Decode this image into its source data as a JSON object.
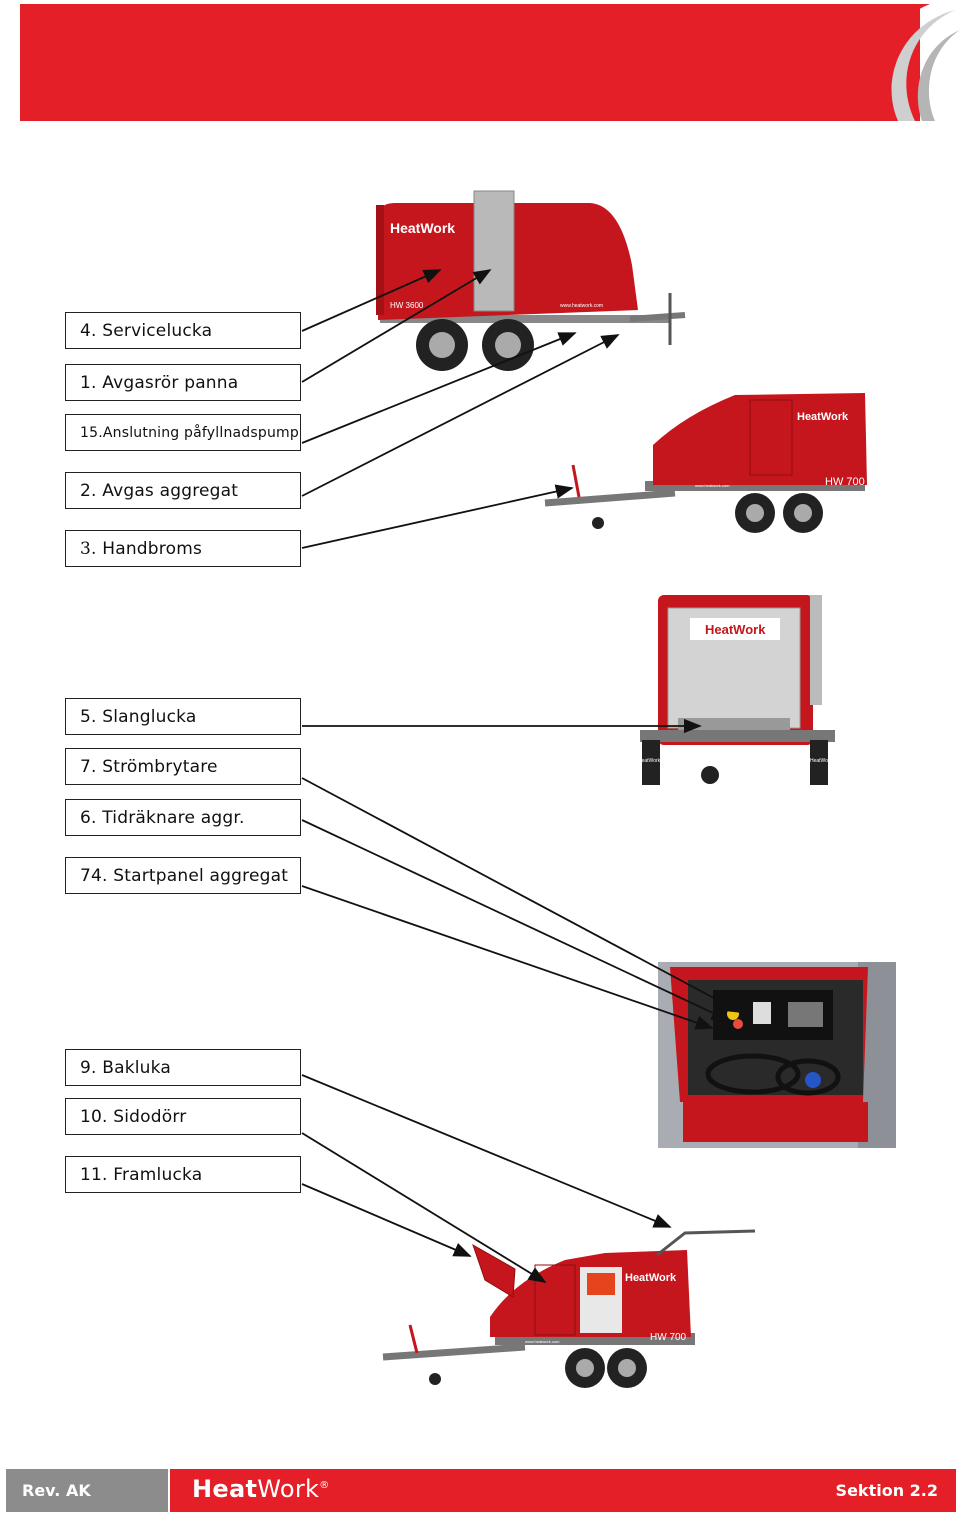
{
  "labels": [
    {
      "number": "4.",
      "text": "Servicelucka"
    },
    {
      "number": "1.",
      "text": "Avgasrör panna"
    },
    {
      "number": "15.",
      "text": "Anslutning påfyllnadspump"
    },
    {
      "number": "2.",
      "text": "Avgas aggregat"
    },
    {
      "number": "3.",
      "text": "Handbroms"
    },
    {
      "number": "5.",
      "text": "Slanglucka"
    },
    {
      "number": "7.",
      "text": "Strömbrytare"
    },
    {
      "number": "6.",
      "text": "Tidräknare aggr."
    },
    {
      "number": "74.",
      "text": "Startpanel aggregat"
    },
    {
      "number": "9.",
      "text": "Bakluka"
    },
    {
      "number": "10.",
      "text": "Sidodörr"
    },
    {
      "number": "11.",
      "text": "Framlucka"
    }
  ],
  "images": {
    "trailer1": {
      "brand": "HeatWork",
      "model": "HW 3600",
      "url": "www.heatwork.com"
    },
    "trailer2": {
      "brand": "HeatWork",
      "model": "HW 700",
      "url": "www.heatwork.com"
    },
    "rear": {
      "brand": "HeatWork",
      "side_text": "HeatWork"
    },
    "trailer3": {
      "brand": "HeatWork",
      "model": "HW 700",
      "url": "www.heatwork.com"
    }
  },
  "footer": {
    "revision": "Rev. AK",
    "brand_bold": "Heat",
    "brand_thin": "Work",
    "brand_mark": "®",
    "section": "Sektion 2.2"
  },
  "colors": {
    "brand_red": "#e41f28",
    "footer_grey": "#8c8c8c"
  }
}
